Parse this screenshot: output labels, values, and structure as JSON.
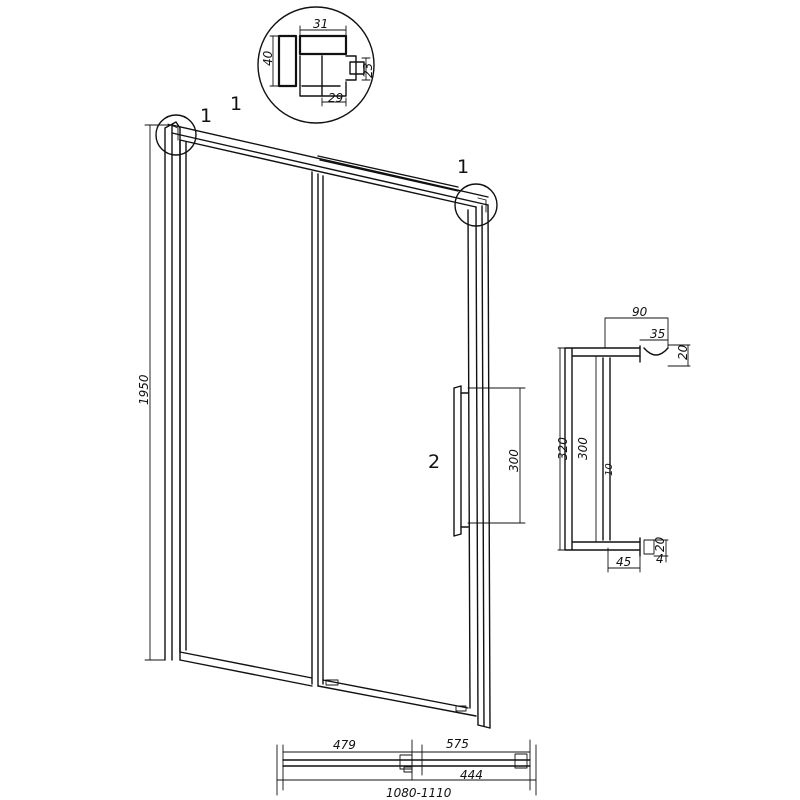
{
  "callouts": {
    "detail_1": "1",
    "label_1a": "1",
    "label_1b": "1",
    "handle_2": "2"
  },
  "profile_detail": {
    "d31": "31",
    "d40": "40",
    "d23": "23",
    "d29": "29"
  },
  "door_dims": {
    "height": "1950",
    "handle_len": "300"
  },
  "handle_detail": {
    "d90": "90",
    "d35": "35",
    "d20_top": "20",
    "d320": "320",
    "d300": "300",
    "d10": "10",
    "d20_bot": "20",
    "d4": "4",
    "d45": "45"
  },
  "plan_dims": {
    "d479": "479",
    "d575": "575",
    "d444": "444",
    "total": "1080-1110"
  }
}
